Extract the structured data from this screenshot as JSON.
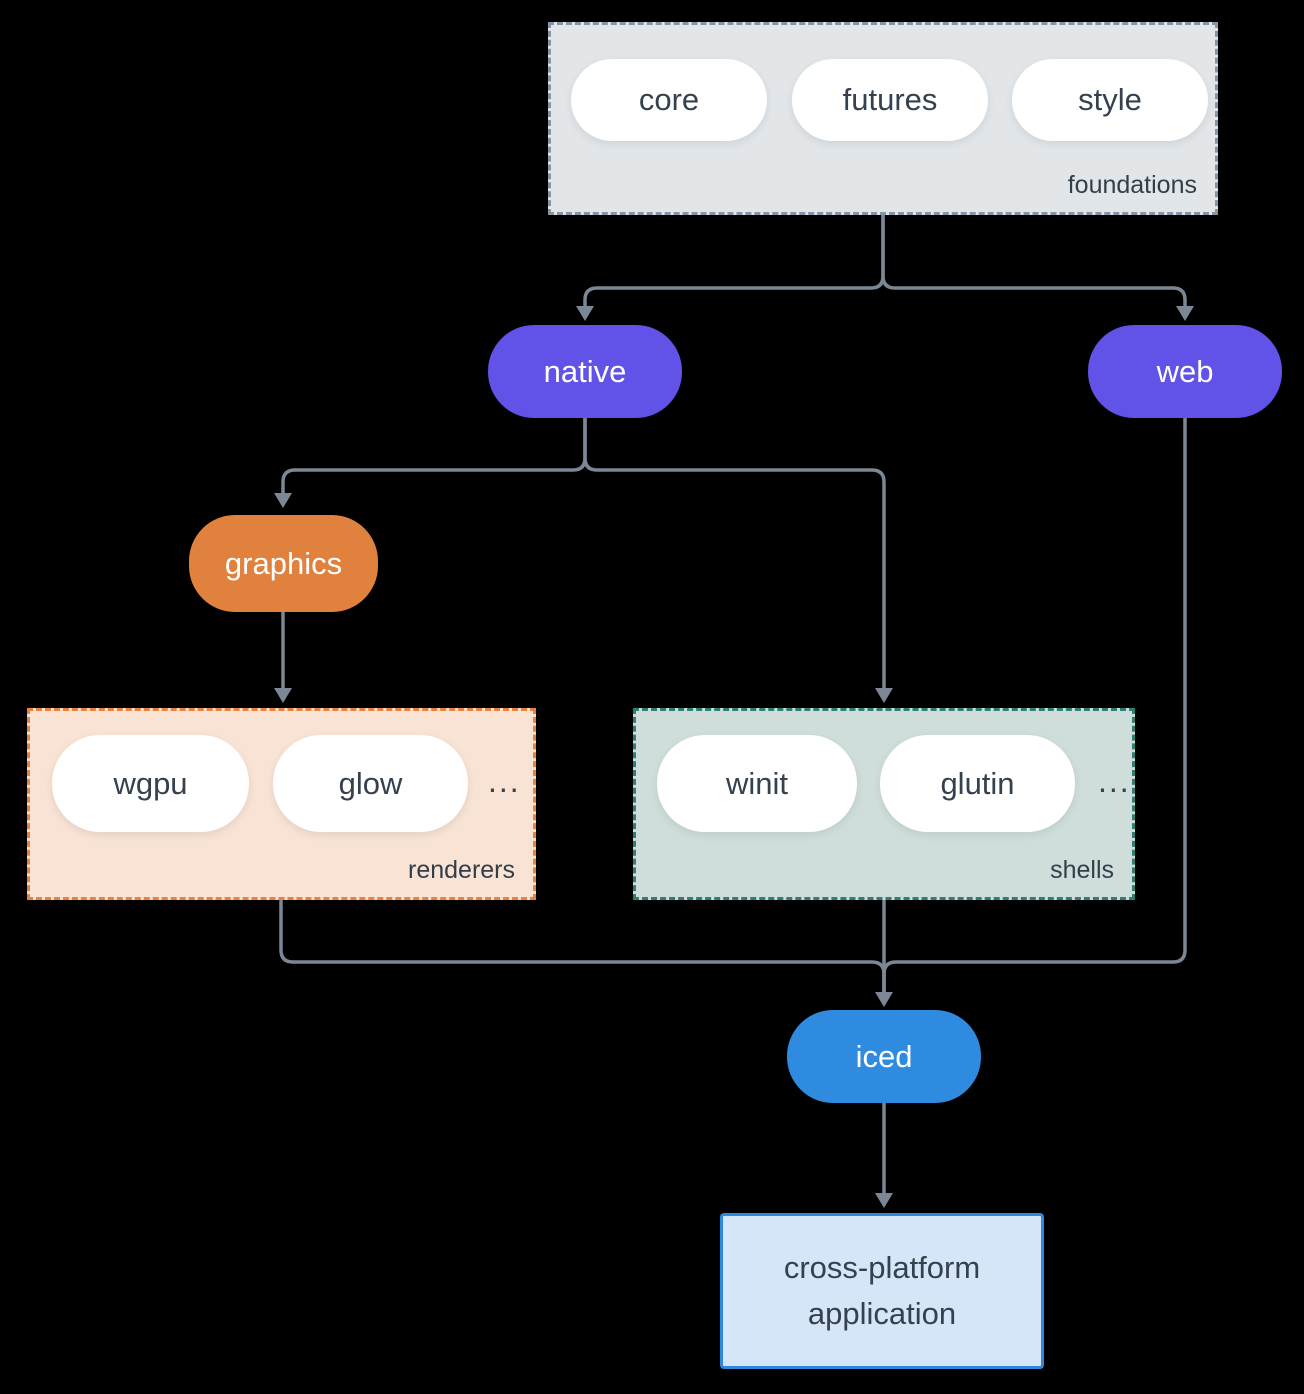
{
  "colors": {
    "background": "#000000",
    "line": "#7b8794",
    "purple_node": "#6152e8",
    "orange_node": "#e0813d",
    "blue_node": "#2e8bdf",
    "foundations_bg": "#e2e6e9",
    "foundations_border": "#8694a3",
    "renderers_bg": "#f9e3d4",
    "renderers_border": "#e8823c",
    "shells_bg": "#cfdeda",
    "shells_border": "#2f7f72",
    "application_bg": "#d4e6f8",
    "application_border": "#3088dd",
    "dark_text": "#35414e"
  },
  "diagram": {
    "foundations": {
      "label": "foundations",
      "pills": [
        "core",
        "futures",
        "style"
      ]
    },
    "native": {
      "label": "native"
    },
    "web": {
      "label": "web"
    },
    "graphics": {
      "label": "graphics"
    },
    "renderers": {
      "label": "renderers",
      "pills": [
        "wgpu",
        "glow"
      ],
      "ellipsis": "..."
    },
    "shells": {
      "label": "shells",
      "pills": [
        "winit",
        "glutin"
      ],
      "ellipsis": "..."
    },
    "iced": {
      "label": "iced"
    },
    "application": {
      "label": "cross-platform application"
    }
  }
}
